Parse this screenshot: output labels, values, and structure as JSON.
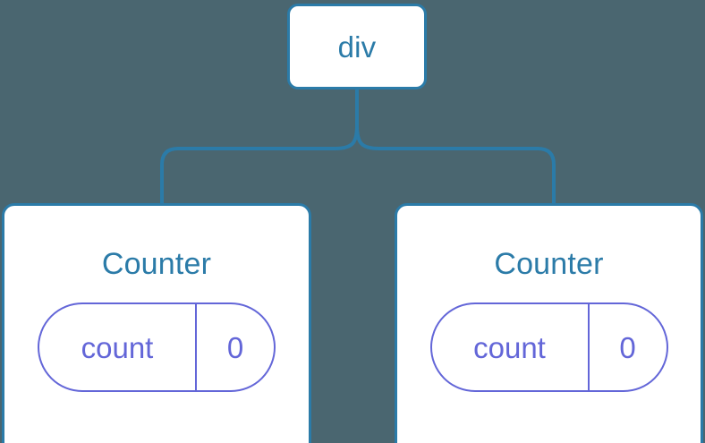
{
  "diagram": {
    "type": "component-tree",
    "background_color": "#4a6670",
    "node_color": "#2b7ba8",
    "state_color": "#6366d8",
    "card_fill": "#ffffff",
    "root": {
      "label": "div"
    },
    "children": [
      {
        "title": "Counter",
        "state": {
          "key": "count",
          "value": "0"
        }
      },
      {
        "title": "Counter",
        "state": {
          "key": "count",
          "value": "0"
        }
      }
    ]
  }
}
